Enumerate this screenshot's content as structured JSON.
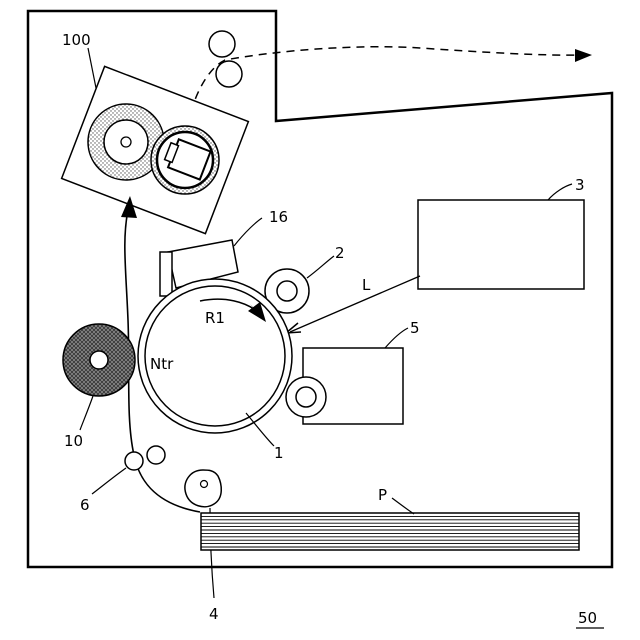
{
  "diagram": {
    "labels": {
      "fixing_device": "100",
      "photoconductor": "1",
      "charger": "2",
      "exposure_unit": "3",
      "exposure_light": "L",
      "pickup_roller": "4",
      "developing_unit": "5",
      "registration_rollers": "6",
      "transfer_roller": "10",
      "cleaning_blade": "16",
      "rotation_direction": "R1",
      "nip": "Ntr",
      "paper_stack": "P",
      "apparatus": "50"
    }
  }
}
